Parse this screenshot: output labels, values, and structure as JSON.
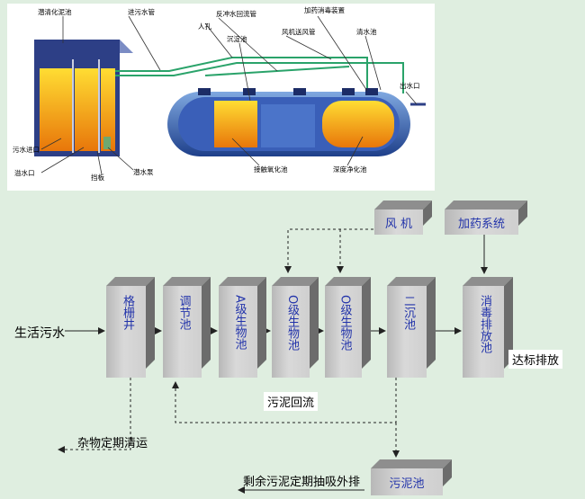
{
  "top_labels": {
    "pre_tank": "潜清化泥池",
    "sewage_pipe": "进污水管",
    "backwash_pipe": "反冲水回流管",
    "dosing_device": "加药消毒装置",
    "manhole": "人孔",
    "settling_tank": "沉淀池",
    "fan_duct": "风机送风管",
    "clear_tank": "清水池",
    "outlet": "出水口",
    "sewage_inlet": "污水进口",
    "overflow": "溢水口",
    "baffle": "挡板",
    "pump": "潜水泵",
    "contact_oxidation": "接触氧化池",
    "deep_purify": "深度净化池"
  },
  "flow": {
    "input": "生活污水",
    "grid": "格栅井",
    "adjust": "调节池",
    "a_bio": "A级生物池",
    "o_bio1": "O级生物池",
    "o_bio2": "O级生物池",
    "secondary": "二沉池",
    "disinfect": "消毒排放池",
    "fan": "风 机",
    "dosing": "加药系统",
    "sludge_tank": "污泥池",
    "sludge_return": "污泥回流",
    "output": "达标排放",
    "debris": "杂物定期清运",
    "sludge_out": "剩余污泥定期抽吸外排"
  },
  "colors": {
    "pipe": "#2aa36a",
    "label": "#2233aa",
    "tank": "#2f5bb0",
    "fill": "#f2a020"
  }
}
